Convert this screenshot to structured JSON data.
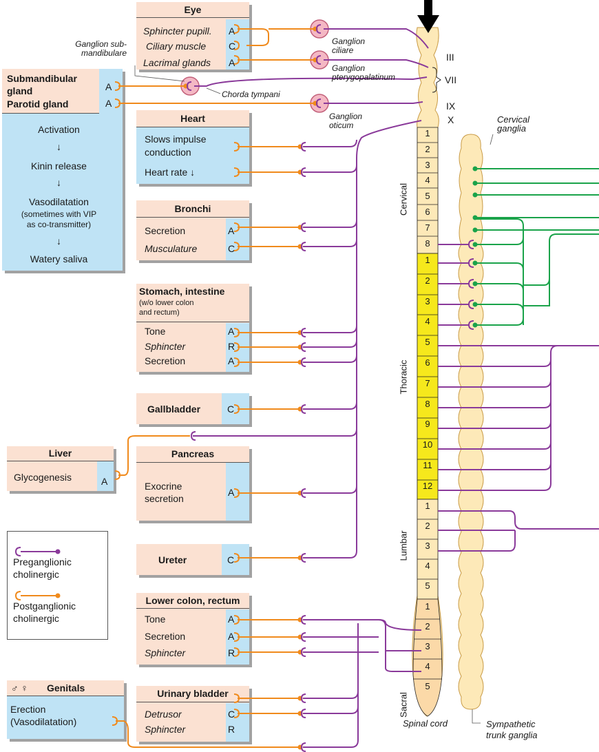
{
  "boxes": {
    "eye": {
      "title": "Eye",
      "rows": [
        {
          "label": "Sphincter pupill.",
          "code": "A"
        },
        {
          "label": "Ciliary muscle",
          "code": "C"
        },
        {
          "label": "Lacrimal glands",
          "code": "A"
        }
      ]
    },
    "salivary": {
      "rows": [
        {
          "label": "Submandibular",
          "code": "A"
        },
        {
          "label": "gland",
          "code": ""
        },
        {
          "label": "Parotid gland",
          "code": "A"
        }
      ],
      "sequence": [
        "Activation",
        "Kinin release",
        "Vasodilatation",
        "(sometimes with VIP",
        "as co-transmitter)",
        "Watery saliva"
      ],
      "arrow": "↓"
    },
    "heart": {
      "title": "Heart",
      "rows": [
        {
          "label": "Slows impulse",
          "code": ""
        },
        {
          "label": "conduction",
          "code": ""
        },
        {
          "label": "Heart rate ↓",
          "code": ""
        }
      ]
    },
    "bronchi": {
      "title": "Bronchi",
      "rows": [
        {
          "label": "Secretion",
          "code": "A"
        },
        {
          "label": "Musculature",
          "code": "C"
        }
      ]
    },
    "stomach": {
      "title": "Stomach, intestine",
      "subtitle": [
        "(w/o lower colon",
        "and rectum)"
      ],
      "rows": [
        {
          "label": "Tone",
          "code": "A"
        },
        {
          "label": "Sphincter",
          "code": "R"
        },
        {
          "label": "Secretion",
          "code": "A"
        }
      ]
    },
    "gallbladder": {
      "title": "Gallbladder",
      "code": "C"
    },
    "liver": {
      "title": "Liver",
      "rows": [
        {
          "label": "Glycogenesis",
          "code": "A"
        }
      ]
    },
    "pancreas": {
      "title": "Pancreas",
      "rows": [
        {
          "label": "Exocrine",
          "code": ""
        },
        {
          "label": "secretion",
          "code": "A"
        }
      ]
    },
    "ureter": {
      "title": "Ureter",
      "code": "C"
    },
    "colon": {
      "title": "Lower colon, rectum",
      "rows": [
        {
          "label": "Tone",
          "code": "A"
        },
        {
          "label": "Secretion",
          "code": "A"
        },
        {
          "label": "Sphincter",
          "code": "R"
        }
      ]
    },
    "genitals": {
      "symbols": "♂ ♀",
      "title": "Genitals",
      "rows": [
        {
          "label": "Erection",
          "code": ""
        },
        {
          "label": "(Vasodilatation)",
          "code": ""
        }
      ]
    },
    "bladder": {
      "title": "Urinary bladder",
      "rows": [
        {
          "label": "Detrusor",
          "code": "C"
        },
        {
          "label": "Sphincter",
          "code": "R"
        }
      ]
    }
  },
  "legend": {
    "pre": [
      "Preganglionic",
      "cholinergic"
    ],
    "post": [
      "Postganglionic",
      "cholinergic"
    ]
  },
  "ganglia": {
    "submand": [
      "Ganglion sub-",
      "mandibulare"
    ],
    "ciliare": [
      "Ganglion",
      "ciliare"
    ],
    "pterygo": [
      "Ganglion",
      "pterygopalatinum"
    ],
    "chorda": "Chorda tympani",
    "oticum": [
      "Ganglion",
      "oticum"
    ],
    "cervical": [
      "Cervical",
      "ganglia"
    ],
    "trunk": [
      "Sympathetic",
      "trunk ganglia"
    ]
  },
  "nerves": [
    "III",
    "VII",
    "IX",
    "X"
  ],
  "segments": {
    "cervical": [
      "1",
      "2",
      "3",
      "4",
      "5",
      "6",
      "7",
      "8"
    ],
    "thoracic": [
      "1",
      "2",
      "3",
      "4",
      "5",
      "6",
      "7",
      "8",
      "9",
      "10",
      "11",
      "12"
    ],
    "lumbar": [
      "1",
      "2",
      "3",
      "4",
      "5"
    ],
    "sacral": [
      "1",
      "2",
      "3",
      "4",
      "5"
    ]
  },
  "regions": [
    "Cervical",
    "Thoracic",
    "Lumbar",
    "Sacral"
  ],
  "spinal_cord_label": "Spinal cord",
  "colors": {
    "pre": "#8a3a9a",
    "post": "#f08a1c",
    "sympathetic": "#1aa34a",
    "box": "#fbe1d2",
    "code": "#bfe3f5",
    "cord": "#fde9b8",
    "thoracic": "#f6e81c",
    "sacral": "#fbd9a8"
  }
}
